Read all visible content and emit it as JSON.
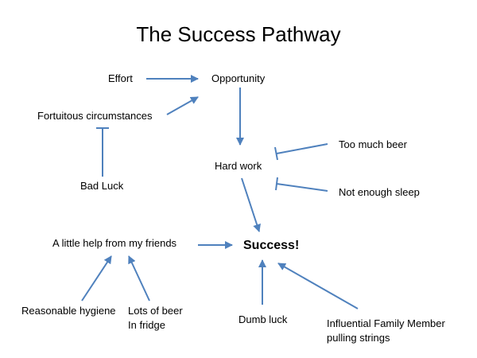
{
  "title": "The Success Pathway",
  "colors": {
    "arrow": "#4f81bd",
    "text": "#000000",
    "background": "#ffffff"
  },
  "nodes": {
    "effort": "Effort",
    "opportunity": "Opportunity",
    "fortuitous": "Fortuitous circumstances",
    "bad_luck": "Bad Luck",
    "hard_work": "Hard work",
    "beer": "Too much beer",
    "sleep": "Not enough sleep",
    "friends": "A little help from my friends",
    "success": "Success!",
    "hygiene": "Reasonable hygiene",
    "fridge_line1": "Lots of beer",
    "fridge_line2": "In fridge",
    "dumb_luck": "Dumb luck",
    "family_line1": "Influential Family Member",
    "family_line2": "pulling strings"
  },
  "edges": [
    {
      "from": "Effort",
      "to": "Opportunity",
      "type": "promotes"
    },
    {
      "from": "Fortuitous circumstances",
      "to": "Opportunity",
      "type": "promotes"
    },
    {
      "from": "Bad Luck",
      "to": "Fortuitous circumstances",
      "type": "inhibits"
    },
    {
      "from": "Opportunity",
      "to": "Hard work",
      "type": "promotes"
    },
    {
      "from": "Too much beer",
      "to": "Hard work",
      "type": "inhibits"
    },
    {
      "from": "Not enough sleep",
      "to": "Hard work",
      "type": "inhibits"
    },
    {
      "from": "Hard work",
      "to": "Success!",
      "type": "promotes"
    },
    {
      "from": "A little help from my friends",
      "to": "Success!",
      "type": "promotes"
    },
    {
      "from": "Reasonable hygiene",
      "to": "A little help from my friends",
      "type": "promotes"
    },
    {
      "from": "Lots of beer In fridge",
      "to": "A little help from my friends",
      "type": "promotes"
    },
    {
      "from": "Dumb luck",
      "to": "Success!",
      "type": "promotes"
    },
    {
      "from": "Influential Family Member pulling strings",
      "to": "Success!",
      "type": "promotes"
    }
  ]
}
